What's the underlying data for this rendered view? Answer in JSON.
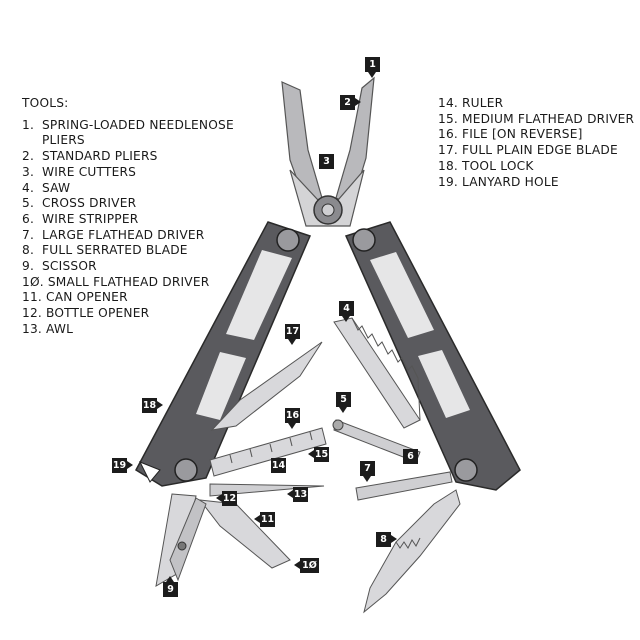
{
  "tools_heading": "TOOLS:",
  "tools_left": [
    {
      "num": "1.",
      "label": "SPRING-LOADED NEEDLENOSE PLIERS"
    },
    {
      "num": "2.",
      "label": "STANDARD PLIERS"
    },
    {
      "num": "3.",
      "label": "WIRE CUTTERS"
    },
    {
      "num": "4.",
      "label": "SAW"
    },
    {
      "num": "5.",
      "label": "CROSS DRIVER"
    },
    {
      "num": "6.",
      "label": "WIRE STRIPPER"
    },
    {
      "num": "7.",
      "label": "LARGE FLATHEAD DRIVER"
    },
    {
      "num": "8.",
      "label": "FULL SERRATED BLADE"
    },
    {
      "num": "9.",
      "label": "SCISSOR"
    },
    {
      "num": "1Ø.",
      "label": "SMALL FLATHEAD DRIVER"
    },
    {
      "num": "11.",
      "label": "CAN OPENER"
    },
    {
      "num": "12.",
      "label": "BOTTLE OPENER"
    },
    {
      "num": "13.",
      "label": "AWL"
    }
  ],
  "tools_right": [
    {
      "num": "14.",
      "label": "RULER"
    },
    {
      "num": "15.",
      "label": "MEDIUM FLATHEAD DRIVER"
    },
    {
      "num": "16.",
      "label": "FILE [ON REVERSE]"
    },
    {
      "num": "17.",
      "label": "FULL PLAIN EDGE BLADE"
    },
    {
      "num": "18.",
      "label": "TOOL LOCK"
    },
    {
      "num": "19.",
      "label": "LANYARD HOLE"
    }
  ],
  "callouts": [
    "1",
    "2",
    "3",
    "4",
    "5",
    "6",
    "7",
    "8",
    "9",
    "1Ø",
    "11",
    "12",
    "13",
    "14",
    "15",
    "16",
    "17",
    "18",
    "19"
  ],
  "colors": {
    "handle": "#5a5a5e",
    "steel": "#c9c9cc",
    "callout": "#1c1c1c"
  }
}
